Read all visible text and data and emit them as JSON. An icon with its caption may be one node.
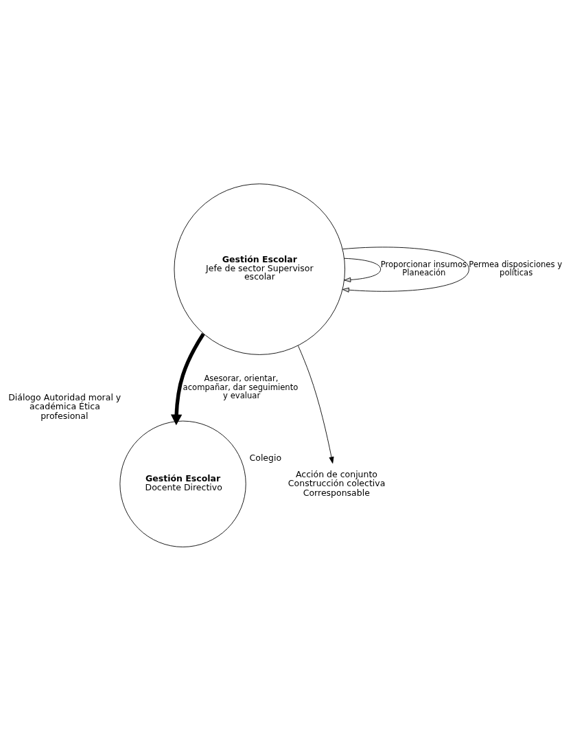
{
  "diagram": {
    "nodes": [
      {
        "text": [
          "Gestión Escolar",
          "Jefe de sector Supervisor escolar"
        ]
      },
      {
        "text": [
          "Acción de conjunto Construcción colectiva Corresponsable"
        ],
        "beside": [
          "Colegio"
        ]
      },
      {
        "text": [
          "Gestión Escolar",
          "Docente Directivo"
        ],
        "beside": [
          "Diálogo Autoridad moral y académica Ética profesional"
        ]
      }
    ],
    "edges": [
      {
        "from": 0,
        "to": 0,
        "arrow": "to",
        "label": "Proporcionar insumos Planeación"
      },
      {
        "from": 0,
        "to": 0,
        "arrow": "to",
        "label": "Permea disposiciones y políticas"
      },
      {
        "from": 0,
        "to": 1,
        "arrow": "to"
      },
      {
        "from": 0,
        "to": 2,
        "arrow": "to",
        "style": "thick",
        "label": "Asesorar, orientar, acompañar, dar seguimiento y evaluar"
      }
    ]
  }
}
